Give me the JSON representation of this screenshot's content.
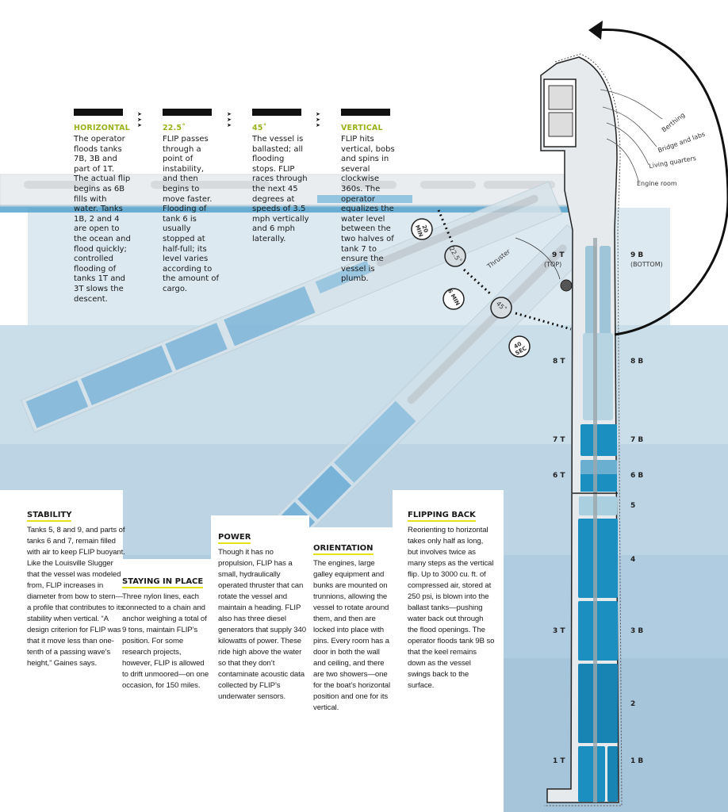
{
  "steps": [
    {
      "title": "HORIZONTAL",
      "text": "The operator floods tanks 7B, 3B and part of 1T. The actual flip begins as 6B fills with water. Tanks 1B, 2 and 4 are open to the ocean and flood quickly; controlled flooding of tanks 1T and 3T slows the descent."
    },
    {
      "title": "22.5˚",
      "text": "FLIP passes through a point of instability, and then begins to move faster. Flooding of tank 6 is usually stopped at half-full; its level varies according to the amount of cargo."
    },
    {
      "title": "45˚",
      "text": "The vessel is ballasted; all flooding stops. FLIP races through the next 45 degrees at speeds of 3.5 mph vertically and 6 mph laterally."
    },
    {
      "title": "VERTICAL",
      "text": "FLIP hits vertical, bobs and spins in several clockwise 360s. The operator equalizes the water level between the two halves of tank 7 to ensure the vessel is plumb."
    }
  ],
  "cards": [
    {
      "title": "STABILITY",
      "text": "Tanks 5, 8 and 9, and parts of tanks 6 and 7, remain filled with air to keep FLIP buoyant. Like the Louisville Slugger that the vessel was modeled from, FLIP increases in diameter from bow to stern—a profile that contributes to its stability when vertical. “A design criterion for FLIP was that it move less than one-tenth of a passing wave’s height,” Gaines says."
    },
    {
      "title": "STAYING IN PLACE",
      "text": "Three nylon lines, each connected to a chain and anchor weighing a total of 9 tons, maintain FLIP’s position. For some research projects, however, FLIP is allowed to drift unmoored—on one occasion, for 150 miles."
    },
    {
      "title": "POWER",
      "text": "Though it has no propulsion, FLIP has a small, hydraulically operated thruster that can rotate the vessel and maintain a heading. FLIP also has three diesel generators that supply 340 kilowatts of power. These ride high above the water so that they don’t contaminate acoustic data collected by FLIP’s underwater sensors."
    },
    {
      "title": "ORIENTATION",
      "text": "The engines, large galley equipment and bunks are mounted on trunnions, allowing the vessel to rotate around them, and then are locked into place with pins. Every room has a door in both the wall and ceiling, and there are two showers—one for the boat’s horizontal position and one for its vertical."
    },
    {
      "title": "FLIPPING BACK",
      "text": "Reorienting to horizontal takes only half as long, but involves twice as many steps as the vertical flip. Up to 3000 cu. ft. of compressed air, stored at 250 psi, is blown into the ballast tanks—pushing water back out through the flood openings. The operator floods tank 9B so that the keel remains down as the vessel swings back to the surface."
    }
  ],
  "rooms": [
    "Berthing",
    "Bridge and labs",
    "Living quarters",
    "Engine room"
  ],
  "timing": {
    "t1": "20 MIN",
    "a1": "22.5˚",
    "t2": "6 MIN",
    "a2": "45˚",
    "t3": "40 SEC",
    "thruster": "Thruster"
  },
  "tanks": {
    "t9": "9 T",
    "top": "(TOP)",
    "b9": "9 B",
    "bottom": "(BOTTOM)",
    "t8": "8 T",
    "b8": "8 B",
    "t7": "7 T",
    "b7": "7 B",
    "t6": "6 T",
    "b6": "6 B",
    "n5": "5",
    "n4": "4",
    "t3": "3 T",
    "b3": "3 B",
    "n2": "2",
    "t1": "1 T",
    "b1": "1 B"
  },
  "colors": {
    "accent_green": "#9ab21a",
    "underline_yellow": "#e6e21a",
    "water": "#c9dce8",
    "tank_water": "#1b8fbf"
  }
}
